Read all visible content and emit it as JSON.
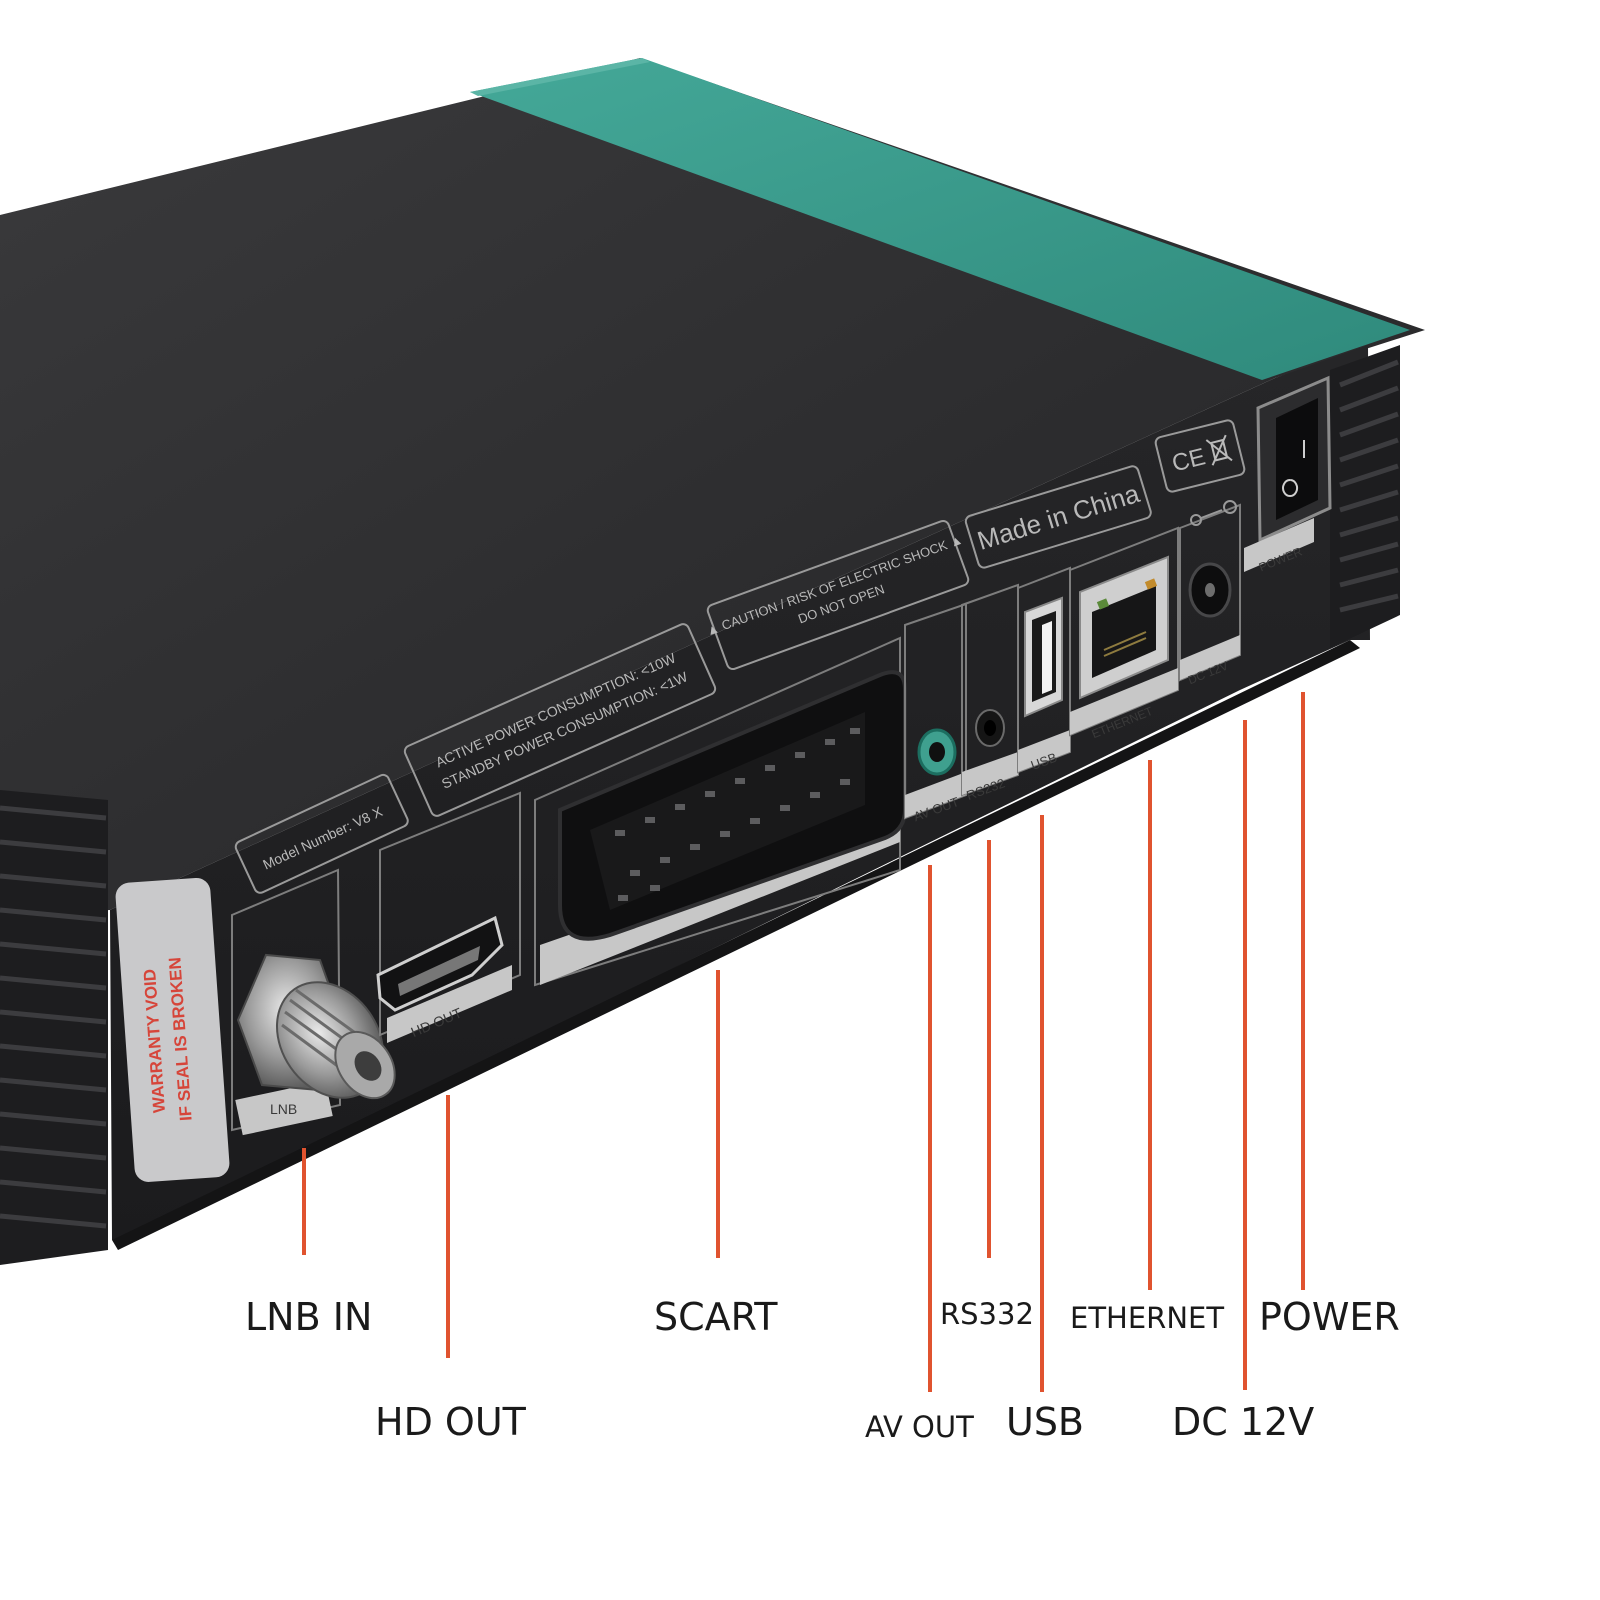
{
  "callouts": {
    "lnb_in": "LNB IN",
    "hd_out": "HD OUT",
    "scart": "SCART",
    "av_out": "AV OUT",
    "rs332": "RS332",
    "usb": "USB",
    "ethernet": "ETHERNET",
    "dc_12v": "DC 12V",
    "power": "POWER"
  },
  "panel_print": {
    "model_number": "Model Number: V8 X",
    "active_power": "ACTIVE POWER CONSUMPTION: <10W",
    "standby_power": "STANDBY POWER CONSUMPTION: <1W",
    "caution": "▲ CAUTION / RISK OF ELECTRIC SHOCK ▲",
    "do_not_open": "DO NOT OPEN",
    "made_in": "Made in China",
    "ce_mark": "CE",
    "port_hd_out": "HD OUT",
    "port_lnb": "LNB",
    "port_av_out": "AV OUT",
    "port_rs232": "RS232",
    "port_usb": "USB",
    "port_ethernet": "ETHERNET",
    "port_dc": "DC 12V",
    "port_power": "POWER",
    "warranty_line1": "WARRANTY VOID",
    "warranty_line2": "IF SEAL IS BROKEN"
  },
  "colors": {
    "leader_line": "#e0532f",
    "body": "#2a2a2c",
    "teal_stripe": "#3d9c8c",
    "background": "#ffffff"
  }
}
